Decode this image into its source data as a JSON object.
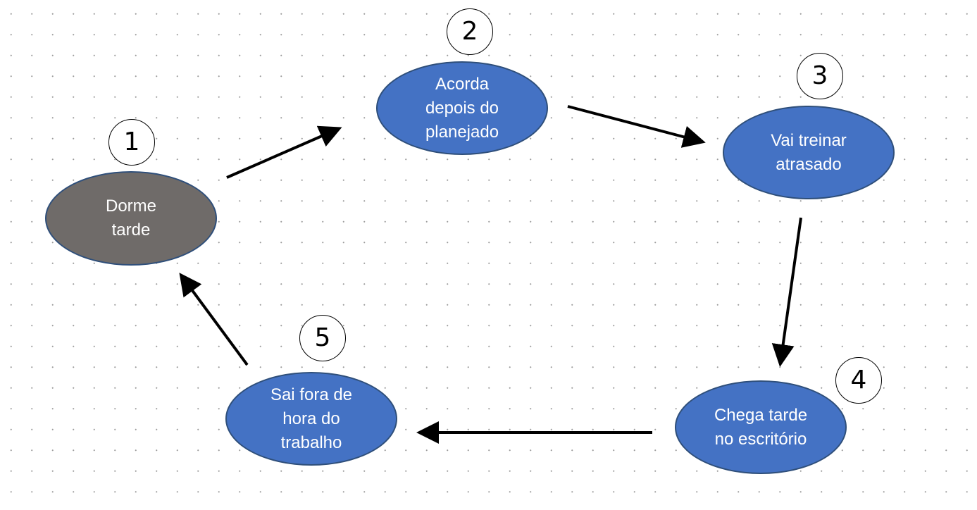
{
  "colors": {
    "gray_node": "#6f6b69",
    "blue_node": "#4472c4",
    "arrow": "#000000"
  },
  "nodes": [
    {
      "number": "1",
      "label": "Dorme\ntarde",
      "color": "#6f6b69"
    },
    {
      "number": "2",
      "label": "Acorda\ndepois do\nplanejado",
      "color": "#4472c4"
    },
    {
      "number": "3",
      "label": "Vai treinar\natrasado",
      "color": "#4472c4"
    },
    {
      "number": "4",
      "label": "Chega tarde\nno escritório",
      "color": "#4472c4"
    },
    {
      "number": "5",
      "label": "Sai fora de\nhora do\ntrabalho",
      "color": "#4472c4"
    }
  ],
  "edges": [
    {
      "from": "1",
      "to": "2"
    },
    {
      "from": "2",
      "to": "3"
    },
    {
      "from": "3",
      "to": "4"
    },
    {
      "from": "4",
      "to": "5"
    },
    {
      "from": "5",
      "to": "1"
    }
  ]
}
